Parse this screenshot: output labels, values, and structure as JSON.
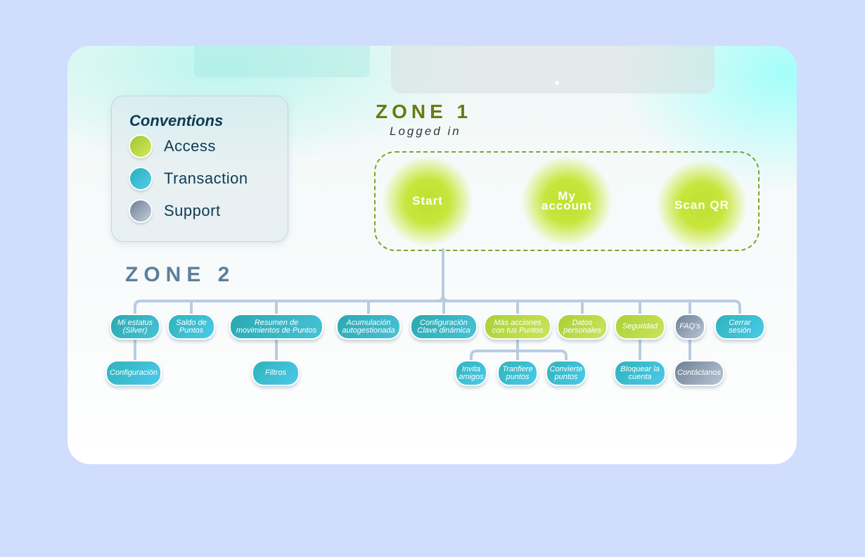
{
  "colors": {
    "access": "#b5d83c",
    "transaction": "#3cbdd4",
    "support": "#8495ab",
    "zone1_title": "#6a7a14",
    "zone2_title": "#5d7f9b",
    "connector": "#b7cde0"
  },
  "legend": {
    "title": "Conventions",
    "items": [
      {
        "label": "Access",
        "color": "#b9dc3a"
      },
      {
        "label": "Transaction",
        "color": "#3bbdd6"
      },
      {
        "label": "Support",
        "color": "#8797ad"
      }
    ]
  },
  "zone1": {
    "title": "ZONE 1",
    "subtitle": "Logged in",
    "items": [
      "Start",
      "My\naccount",
      "Scan QR"
    ]
  },
  "zone2": {
    "title": "ZONE 2",
    "nodes": [
      {
        "label": "Mi estatus\n(Silver)",
        "type": "transaction"
      },
      {
        "label": "Saldo de\nPuntos",
        "type": "transaction"
      },
      {
        "label": "Resumen de\nmovimientos de Puntos",
        "type": "transaction"
      },
      {
        "label": "Acumulación\nautogestionada",
        "type": "transaction"
      },
      {
        "label": "Configuración\nClave dinámica",
        "type": "transaction"
      },
      {
        "label": "Más acciones\ncon tus Puntos",
        "type": "access"
      },
      {
        "label": "Datos\npersonales",
        "type": "access"
      },
      {
        "label": "Seguridad",
        "type": "access"
      },
      {
        "label": "FAQ's",
        "type": "support"
      },
      {
        "label": "Cerrar\nsesión",
        "type": "transaction"
      }
    ],
    "children": [
      {
        "label": "Configuración",
        "parent": 0,
        "type": "transaction"
      },
      {
        "label": "Filtros",
        "parent": 2,
        "type": "transaction"
      },
      {
        "label": "Invita\namigos",
        "parent": 5,
        "type": "transaction"
      },
      {
        "label": "Tranfiere\npuntos",
        "parent": 5,
        "type": "transaction"
      },
      {
        "label": "Convierte\npuntos",
        "parent": 5,
        "type": "transaction"
      },
      {
        "label": "Bloquear la\ncuenta",
        "parent": 7,
        "type": "transaction"
      },
      {
        "label": "Contáctanos",
        "parent": 8,
        "type": "support"
      }
    ]
  }
}
